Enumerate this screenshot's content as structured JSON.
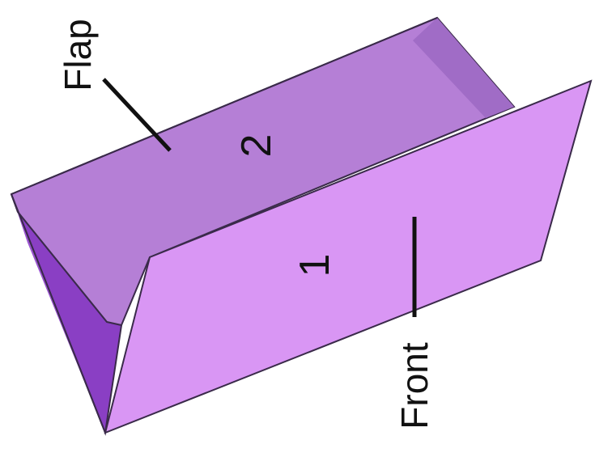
{
  "diagram": {
    "labels": {
      "flap": "Flap",
      "front": "Front",
      "panel_flap_number": "2",
      "panel_front_number": "1"
    },
    "colors": {
      "flap_panel": "#b57fd6",
      "flap_panel_shade": "#a06cc6",
      "front_panel": "#d996f4",
      "side_dark": "#8a3fc4",
      "side_mid": "#9b55d0",
      "outline": "#3a2a4a",
      "text": "#111111",
      "background": "#ffffff"
    }
  }
}
